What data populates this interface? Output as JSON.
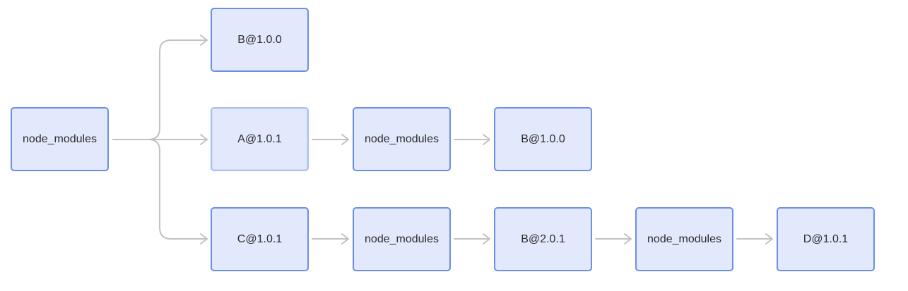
{
  "nodes": {
    "root": "node_modules",
    "b_top": "B@1.0.0",
    "a": "A@1.0.1",
    "a_modules": "node_modules",
    "a_b": "B@1.0.0",
    "c": "C@1.0.1",
    "c_modules": "node_modules",
    "c_b": "B@2.0.1",
    "c_b_modules": "node_modules",
    "d": "D@1.0.1"
  },
  "colors": {
    "node_fill": "#e3e9fc",
    "node_border": "#6b8fe6",
    "edge": "#c2c2c2"
  }
}
